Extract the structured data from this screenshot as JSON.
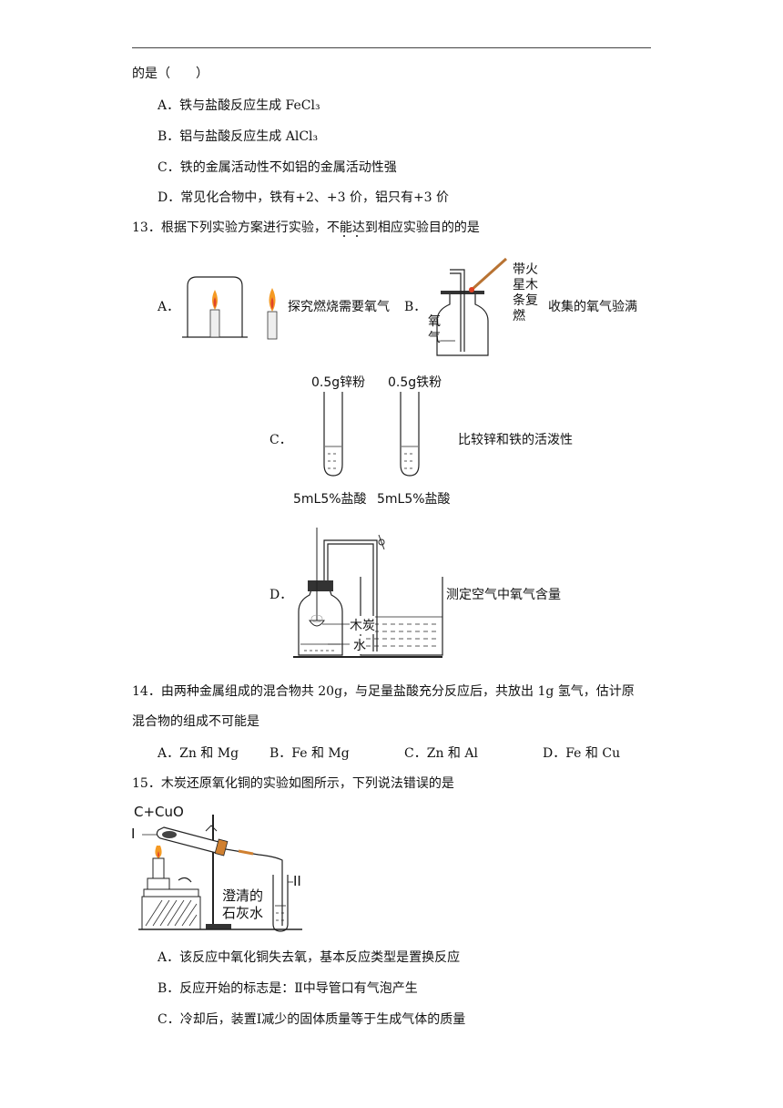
{
  "q12": {
    "stem_tail": "的是（　　）",
    "options": [
      "A．铁与盐酸反应生成 FeCl₃",
      "B．铝与盐酸反应生成 AlCl₃",
      "C．铁的金属活动性不如铝的金属活动性强",
      "D．常见化合物中，铁有+2、+3 价，铝只有+3 价"
    ]
  },
  "q13": {
    "stem": "13．根据下列实验方案进行实验，不能达到相应实验目的的是",
    "A": {
      "letter": "A．",
      "purpose": "探究燃烧需要氧气"
    },
    "B": {
      "letter": "B．",
      "purpose": "收集的氧气验满",
      "strip_label": [
        "带火",
        "星木",
        "条复",
        "燃"
      ],
      "gas_label": [
        "氧",
        "气"
      ]
    },
    "C": {
      "letter": "C．",
      "purpose": "比较锌和铁的活泼性",
      "tube1_top": "0.5g锌粉",
      "tube2_top": "0.5g铁粉",
      "tube1_bottom": "5mL5%盐酸",
      "tube2_bottom": "5mL5%盐酸"
    },
    "D": {
      "letter": "D．",
      "purpose": "测定空气中氧气含量",
      "charcoal": "木炭",
      "water": "水"
    }
  },
  "q14": {
    "stem1": "14．由两种金属组成的混合物共 20g，与足量盐酸充分反应后，共放出 1g 氢气，估计原",
    "stem2": "混合物的组成不可能是",
    "options": [
      "A．Zn 和 Mg",
      "B．Fe 和 Mg",
      "C．Zn 和 Al",
      "D．Fe 和 Cu"
    ]
  },
  "q15": {
    "stem": "15．木炭还原氧化铜的实验如图所示，下列说法错误的是",
    "fig": {
      "reactants": "C+CuO",
      "label_I": "I",
      "label_II": "II",
      "limewater": [
        "澄清的",
        "石灰水"
      ]
    },
    "options": [
      "A．该反应中氧化铜失去氧，基本反应类型是置换反应",
      "B．反应开始的标志是：Ⅱ中导管口有气泡产生",
      "C．冷却后，装置Ⅰ减少的固体质量等于生成气体的质量"
    ]
  }
}
